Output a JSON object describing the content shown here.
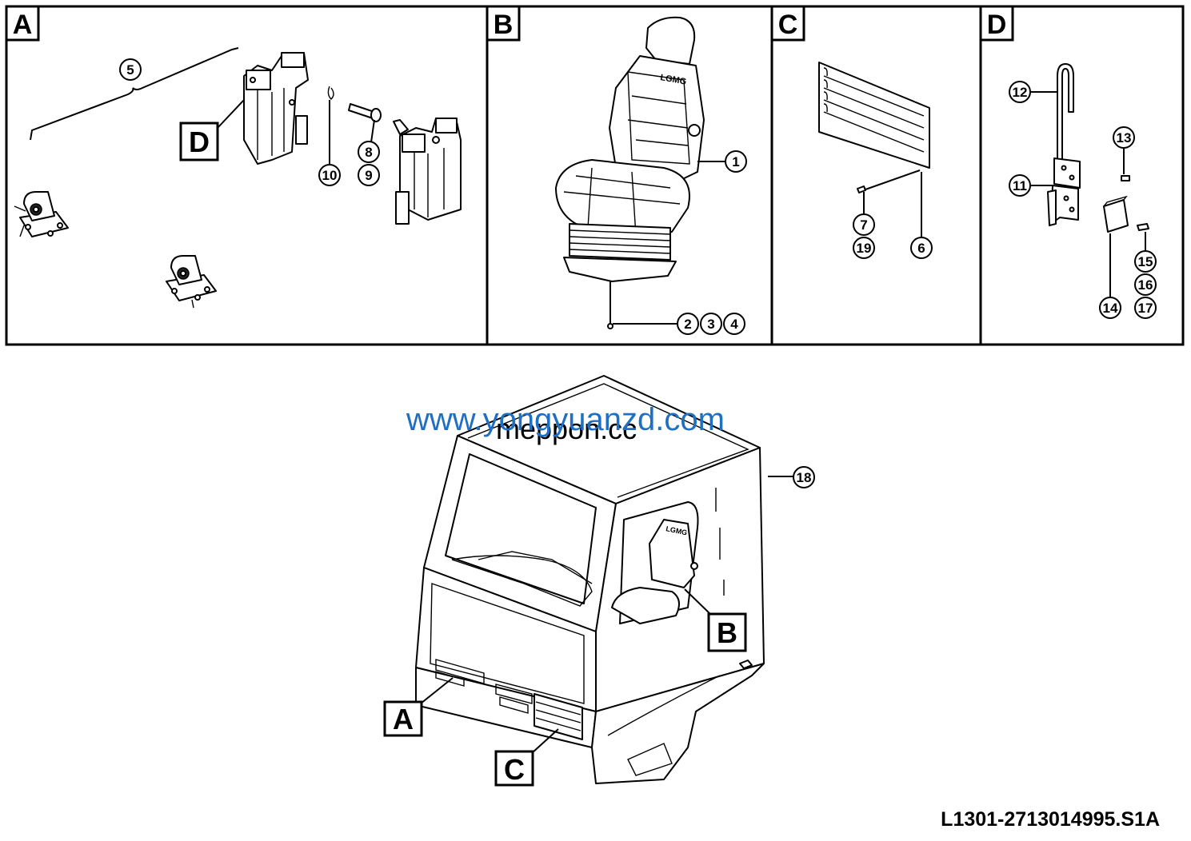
{
  "panels": [
    {
      "id": "A",
      "label": "A"
    },
    {
      "id": "B",
      "label": "B"
    },
    {
      "id": "C",
      "label": "C"
    },
    {
      "id": "D",
      "label": "D"
    }
  ],
  "callouts": {
    "c1": "1",
    "c2": "2",
    "c3": "3",
    "c4": "4",
    "c5": "5",
    "c6": "6",
    "c7": "7",
    "c8": "8",
    "c9": "9",
    "c10": "10",
    "c11": "11",
    "c12": "12",
    "c13": "13",
    "c14": "14",
    "c15": "15",
    "c16": "16",
    "c17": "17",
    "c18": "18",
    "c19": "19"
  },
  "detail_tags": {
    "panel_a_to_d": "D",
    "cab_a": "A",
    "cab_b": "B",
    "cab_c": "C"
  },
  "seat_logo": "LGMG",
  "watermarks": {
    "blue": "www.yongyuanzd.com",
    "black": "meppon.cc"
  },
  "document_code": "L1301-2713014995.S1A"
}
